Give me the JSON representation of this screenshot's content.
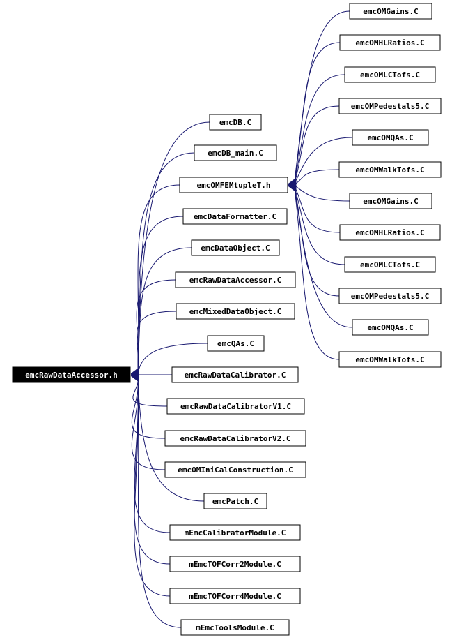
{
  "root": {
    "label": "emcRawDataAccessor.h",
    "fill": "#000000",
    "text_color": "#ffffff"
  },
  "mid": {
    "label": "emcOMFEMtupleT.h"
  },
  "nodes": [
    {
      "label": "emcDB.C"
    },
    {
      "label": "emcDB_main.C"
    },
    {
      "label": "emcOMFEMtupleT.h"
    },
    {
      "label": "emcDataFormatter.C"
    },
    {
      "label": "emcDataObject.C"
    },
    {
      "label": "emcRawDataAccessor.C"
    },
    {
      "label": "emcMixedDataObject.C"
    },
    {
      "label": "emcQAs.C"
    },
    {
      "label": "emcRawDataCalibrator.C"
    },
    {
      "label": "emcRawDataCalibratorV1.C"
    },
    {
      "label": "emcRawDataCalibratorV2.C"
    },
    {
      "label": "emcOMIniCalConstruction.C"
    },
    {
      "label": "emcPatch.C"
    },
    {
      "label": "mEmcCalibratorModule.C"
    },
    {
      "label": "mEmcTOFCorr2Module.C"
    },
    {
      "label": "mEmcTOFCorr4Module.C"
    },
    {
      "label": "mEmcToolsModule.C"
    }
  ],
  "right_nodes": [
    {
      "label": "emcOMGains.C"
    },
    {
      "label": "emcOMHLRatios.C"
    },
    {
      "label": "emcOMLCTofs.C"
    },
    {
      "label": "emcOMPedestals5.C"
    },
    {
      "label": "emcOMQAs.C"
    },
    {
      "label": "emcOMWalkTofs.C"
    },
    {
      "label": "emcOMGains.C"
    },
    {
      "label": "emcOMHLRatios.C"
    },
    {
      "label": "emcOMLCTofs.C"
    },
    {
      "label": "emcOMPedestals5.C"
    },
    {
      "label": "emcOMQAs.C"
    },
    {
      "label": "emcOMWalkTofs.C"
    }
  ],
  "colors": {
    "edge": "#191970",
    "node_border": "#000000",
    "node_fill": "#ffffff",
    "text": "#000000"
  }
}
